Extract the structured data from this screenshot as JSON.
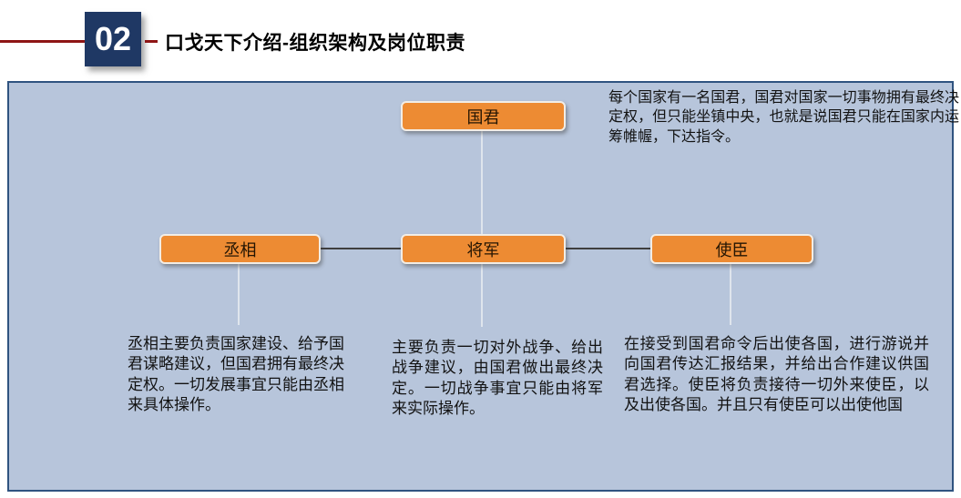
{
  "header": {
    "page_number": "02",
    "title": "口戈天下介绍-组织架构及岗位职责"
  },
  "org": {
    "monarch": {
      "label": "国君",
      "note": "每个国家有一名国君，国君对国家一切事物拥有最终决定权，但只能坐镇中央，也就是说国君只能在国家内运筹帷幄，下达指令。"
    },
    "children": [
      {
        "label": "丞相",
        "description": "丞相主要负责国家建设、给予国君谋略建议，但国君拥有最终决定权。一切发展事宜只能由丞相来具体操作。"
      },
      {
        "label": "将军",
        "description": "主要负责一切对外战争、给出战争建议，由国君做出最终决定。一切战争事宜只能由将军来实际操作。"
      },
      {
        "label": "使臣",
        "description": "在接受到国君命令后出使各国，进行游说并向国君传达汇报结果，并给出合作建议供国君选择。使臣将负责接待一切外来使臣，以及出使各国。并且只有使臣可以出使他国"
      }
    ]
  },
  "colors": {
    "node_orange": "#ED8B33",
    "panel_background": "#B7C5DB",
    "panel_border": "#2F5380",
    "badge_background": "#1F3864",
    "accent_red": "#8E1515"
  }
}
